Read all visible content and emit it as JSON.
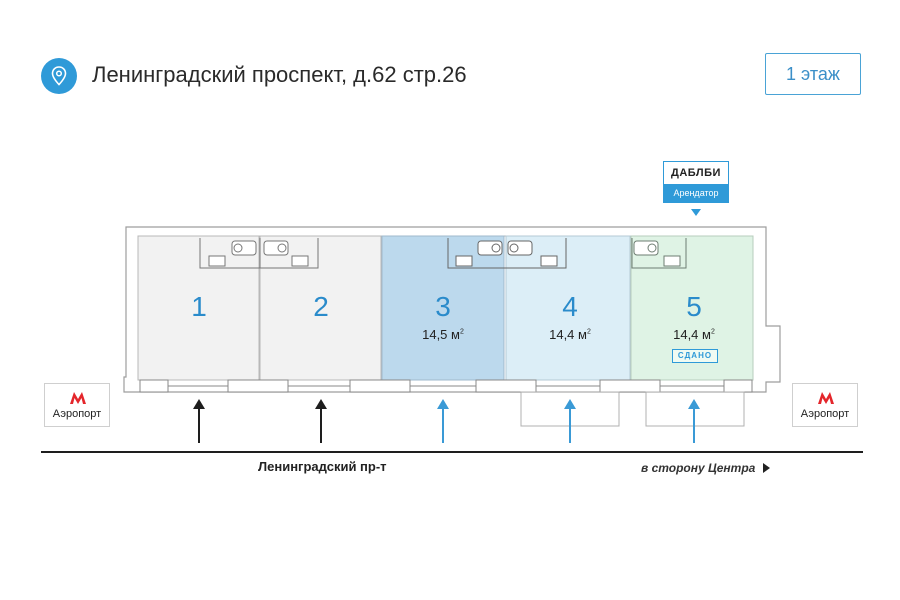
{
  "header": {
    "address": "Ленинградский проспект, д.62 стр.26",
    "floor_button": "1 этаж",
    "location_icon": "map-pin-icon",
    "accent_color": "#2f9ad8"
  },
  "tenant": {
    "name": "ДАБЛБИ",
    "role": "Арендатор"
  },
  "rooms": [
    {
      "number": "1",
      "area": "",
      "status": "",
      "fill": "#f2f2f2"
    },
    {
      "number": "2",
      "area": "",
      "status": "",
      "fill": "#f2f2f2"
    },
    {
      "number": "3",
      "area": "14,5 м",
      "status": "",
      "fill": "#bcd9ed"
    },
    {
      "number": "4",
      "area": "14,4 м",
      "status": "",
      "fill": "#dceef7"
    },
    {
      "number": "5",
      "area": "14,4 м",
      "status": "СДАНО",
      "fill": "#dff3e5"
    }
  ],
  "area_unit_sup": "2",
  "metro": {
    "left_label": "Аэропорт",
    "right_label": "Аэропорт",
    "icon": "metro-m-icon",
    "color": "#e4262b"
  },
  "street": {
    "name": "Ленинградский пр-т",
    "direction": "в сторону Центра"
  },
  "entrances": [
    {
      "room": "1",
      "color": "#1e1e1e"
    },
    {
      "room": "2",
      "color": "#1e1e1e"
    },
    {
      "room": "3",
      "color": "#3a9ad6"
    },
    {
      "room": "4",
      "color": "#3a9ad6"
    },
    {
      "room": "5",
      "color": "#3a9ad6"
    }
  ]
}
